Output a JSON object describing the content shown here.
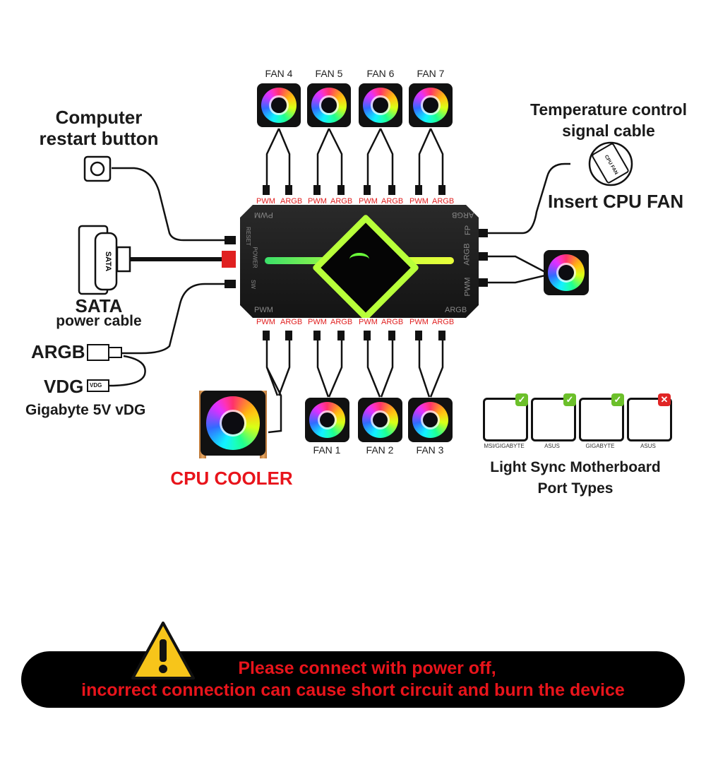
{
  "top_fans": [
    "FAN 4",
    "FAN 5",
    "FAN 6",
    "FAN 7"
  ],
  "bottom_fans": [
    "FAN 1",
    "FAN 2",
    "FAN 3"
  ],
  "port_labels": {
    "pwm": "PWM",
    "argb": "ARGB"
  },
  "hub": {
    "reset": "RESET",
    "power": "POWER",
    "sw": "SW",
    "fp": "FP",
    "argb": "ARGB",
    "pwm": "PWM"
  },
  "left": {
    "restart_line1": "Computer",
    "restart_line2": "restart button",
    "sata": "SATA",
    "sata_sub": "power cable",
    "argb": "ARGB",
    "vdg": "VDG",
    "vdg_small": "VDG",
    "gigabyte": "Gigabyte 5V vDG"
  },
  "right": {
    "temp_line1": "Temperature control",
    "temp_line2": "signal cable",
    "cpu_fan_small": "CPU FAN",
    "insert": "Insert CPU FAN"
  },
  "cpu_cooler": "CPU COOLER",
  "light_sync": {
    "title_line1": "Light Sync Motherboard",
    "title_line2": "Port Types",
    "ports": [
      {
        "name": "MSI/GIGABYTE",
        "ok": true
      },
      {
        "name": "ASUS",
        "ok": true
      },
      {
        "name": "GIGABYTE",
        "ok": true
      },
      {
        "name": "ASUS",
        "ok": false
      }
    ]
  },
  "warning": {
    "line1": "Please connect with power off,",
    "line2": "incorrect connection can cause short circuit and burn the device"
  },
  "colors": {
    "warning_red": "#e8141b",
    "ok_green": "#6cc02a",
    "bad_red": "#e02525",
    "hub_glow": "#b8ff3a"
  }
}
